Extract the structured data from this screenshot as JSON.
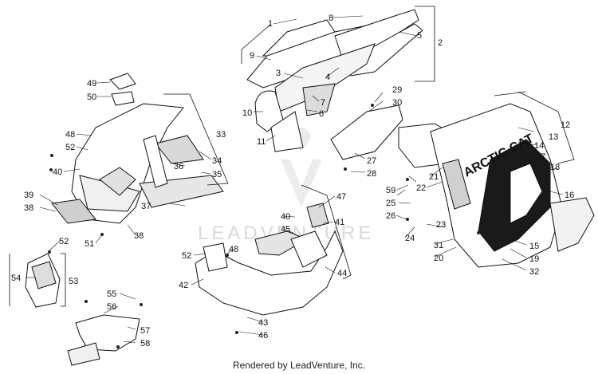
{
  "footer": {
    "text": "Rendered by LeadVenture, Inc."
  },
  "watermark": {
    "text": "LEADVENTURE"
  },
  "brand_decal": {
    "text": "ARCTIC CAT"
  },
  "callouts": [
    {
      "label": "1"
    },
    {
      "label": "2"
    },
    {
      "label": "3"
    },
    {
      "label": "4"
    },
    {
      "label": "5"
    },
    {
      "label": "6"
    },
    {
      "label": "7"
    },
    {
      "label": "8"
    },
    {
      "label": "9"
    },
    {
      "label": "10"
    },
    {
      "label": "11"
    },
    {
      "label": "12"
    },
    {
      "label": "13"
    },
    {
      "label": "14"
    },
    {
      "label": "15"
    },
    {
      "label": "16"
    },
    {
      "label": "17"
    },
    {
      "label": "18"
    },
    {
      "label": "19"
    },
    {
      "label": "20"
    },
    {
      "label": "21"
    },
    {
      "label": "22"
    },
    {
      "label": "23"
    },
    {
      "label": "24"
    },
    {
      "label": "25"
    },
    {
      "label": "26"
    },
    {
      "label": "27"
    },
    {
      "label": "28"
    },
    {
      "label": "29"
    },
    {
      "label": "30"
    },
    {
      "label": "31"
    },
    {
      "label": "32"
    },
    {
      "label": "33"
    },
    {
      "label": "34"
    },
    {
      "label": "35"
    },
    {
      "label": "36"
    },
    {
      "label": "37"
    },
    {
      "label": "38"
    },
    {
      "label": "38"
    },
    {
      "label": "39"
    },
    {
      "label": "40"
    },
    {
      "label": "40"
    },
    {
      "label": "41"
    },
    {
      "label": "42"
    },
    {
      "label": "43"
    },
    {
      "label": "44"
    },
    {
      "label": "45"
    },
    {
      "label": "46"
    },
    {
      "label": "47"
    },
    {
      "label": "48"
    },
    {
      "label": "48"
    },
    {
      "label": "49"
    },
    {
      "label": "50"
    },
    {
      "label": "51"
    },
    {
      "label": "52"
    },
    {
      "label": "52"
    },
    {
      "label": "52"
    },
    {
      "label": "53"
    },
    {
      "label": "54"
    },
    {
      "label": "55"
    },
    {
      "label": "56"
    },
    {
      "label": "57"
    },
    {
      "label": "58"
    },
    {
      "label": "59"
    }
  ]
}
